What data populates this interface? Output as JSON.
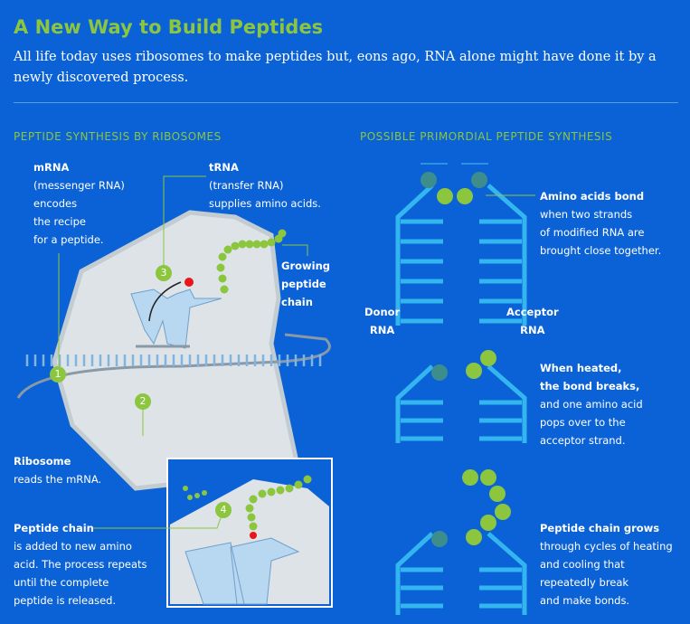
{
  "header": {
    "title": "A New Way to Build Peptides",
    "subtitle": "All life today uses ribosomes to make peptides but, eons ago, RNA alone might have done it by a newly discovered process."
  },
  "left": {
    "section_title": "PEPTIDE SYNTHESIS BY RIBOSOMES",
    "mrna": {
      "title": "mRNA",
      "text": [
        "(messenger RNA)",
        "encodes",
        "the recipe",
        "for a peptide."
      ]
    },
    "trna": {
      "title": "tRNA",
      "text": [
        "(transfer RNA)",
        "supplies amino acids."
      ]
    },
    "growing": {
      "lines": [
        "Growing",
        "peptide",
        "chain"
      ]
    },
    "ribosome": {
      "title": "Ribosome",
      "text": "reads the mRNA."
    },
    "peptide": {
      "title": "Peptide chain",
      "text": [
        "is added to new amino",
        "acid. The process repeats",
        "until the complete",
        "peptide is released."
      ]
    },
    "markers": [
      "1",
      "2",
      "3",
      "4"
    ]
  },
  "right": {
    "section_title": "POSSIBLE PRIMORDIAL PEPTIDE SYNTHESIS",
    "donor": [
      "Donor",
      "RNA"
    ],
    "acceptor": [
      "Acceptor",
      "RNA"
    ],
    "step1": {
      "title": "Amino acids bond",
      "text": [
        "when two strands",
        "of modified RNA are",
        "brought close together."
      ]
    },
    "step2": {
      "title": [
        "When heated,",
        "the bond breaks,"
      ],
      "text": [
        "and one amino acid",
        "pops over to the",
        "acceptor strand."
      ]
    },
    "step3": {
      "title": "Peptide chain grows",
      "text": [
        "through cycles of heating",
        "and cooling that",
        "repeatedly break",
        "and make bonds."
      ]
    }
  },
  "colors": {
    "background": "#0b62d6",
    "green": "#8cc63f",
    "strand": "#33b5f0"
  }
}
